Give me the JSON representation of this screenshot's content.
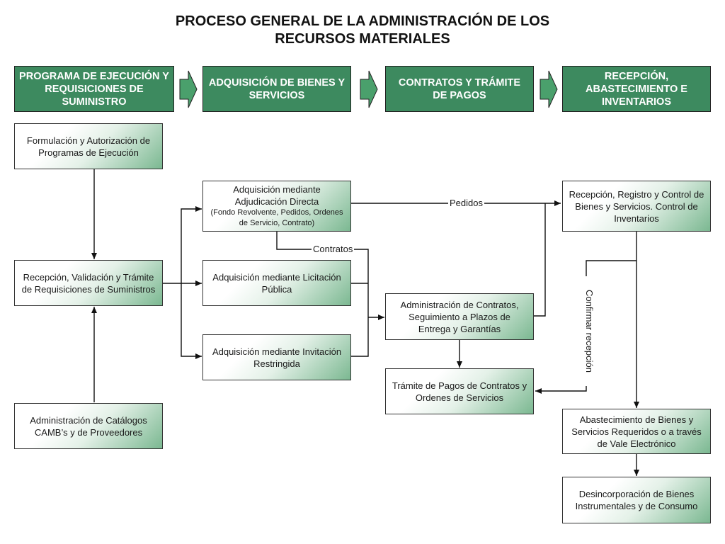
{
  "title": {
    "line1": "PROCESO GENERAL DE LA ADMINISTRACIÓN DE LOS",
    "line2": "RECURSOS MATERIALES"
  },
  "headers": [
    "PROGRAMA DE EJECUCIÓN Y REQUISICIONES DE SUMINISTRO",
    "ADQUISICIÓN DE BIENES Y SERVICIOS",
    "CONTRATOS Y TRÁMITE DE PAGOS",
    "RECEPCIÓN, ABASTECIMIENTO E INVENTARIOS"
  ],
  "boxes": {
    "formulacion": "Formulación y Autorización de Programas de Ejecución",
    "recepcion_requisiciones": "Recepción, Validación y Trámite de Requisiciones de Suministros",
    "catalogos": "Administración de Catálogos CAMB’s y de Proveedores",
    "adjudicacion_title": "Adquisición mediante Adjudicación Directa",
    "adjudicacion_detail": "(Fondo Revolvente, Pedidos, Ordenes de Servicio, Contrato)",
    "licitacion": "Adquisición mediante Licitación Pública",
    "invitacion": "Adquisición mediante Invitación Restringida",
    "admin_contratos": "Administración de Contratos, Seguimiento a Plazos de Entrega y Garantías",
    "tramite_pagos": "Trámite de Pagos de Contratos y Ordenes de Servicios",
    "recepcion_registro": "Recepción, Registro y Control de Bienes y Servicios. Control de Inventarios",
    "abastecimiento": "Abastecimiento de Bienes y Servicios Requeridos o a través de Vale Electrónico",
    "desincorporacion": "Desincorporación de Bienes Instrumentales y de Consumo"
  },
  "labels": {
    "pedidos": "Pedidos",
    "contratos": "Contratos",
    "confirmar": "Confirmar recepción"
  },
  "colors": {
    "header_fill": "#3d8a5f",
    "header_arrow": "#4aa06c",
    "box_gradient_end": "#7bb891"
  },
  "icons": {
    "stage_arrow": "right-block-arrow-icon"
  }
}
